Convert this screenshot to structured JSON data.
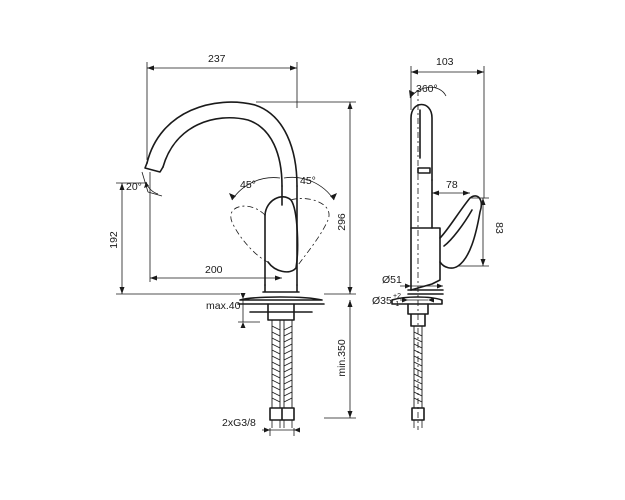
{
  "dimensions": {
    "width_total": "237",
    "depth_side": "103",
    "rotation": "360°",
    "angle_left": "45°",
    "angle_right": "45°",
    "aerator_angle": "20°",
    "height_outlet": "192",
    "height_total": "296",
    "reach": "200",
    "lever_offset": "78",
    "lever_height": "83",
    "body_diameter": "Ø51",
    "hole_diameter": "Ø35",
    "hole_tol_upper": "+2",
    "hole_tol_lower": "-1",
    "max_deck": "max.40",
    "hose_length": "min.350",
    "connection": "2xG3/8"
  }
}
